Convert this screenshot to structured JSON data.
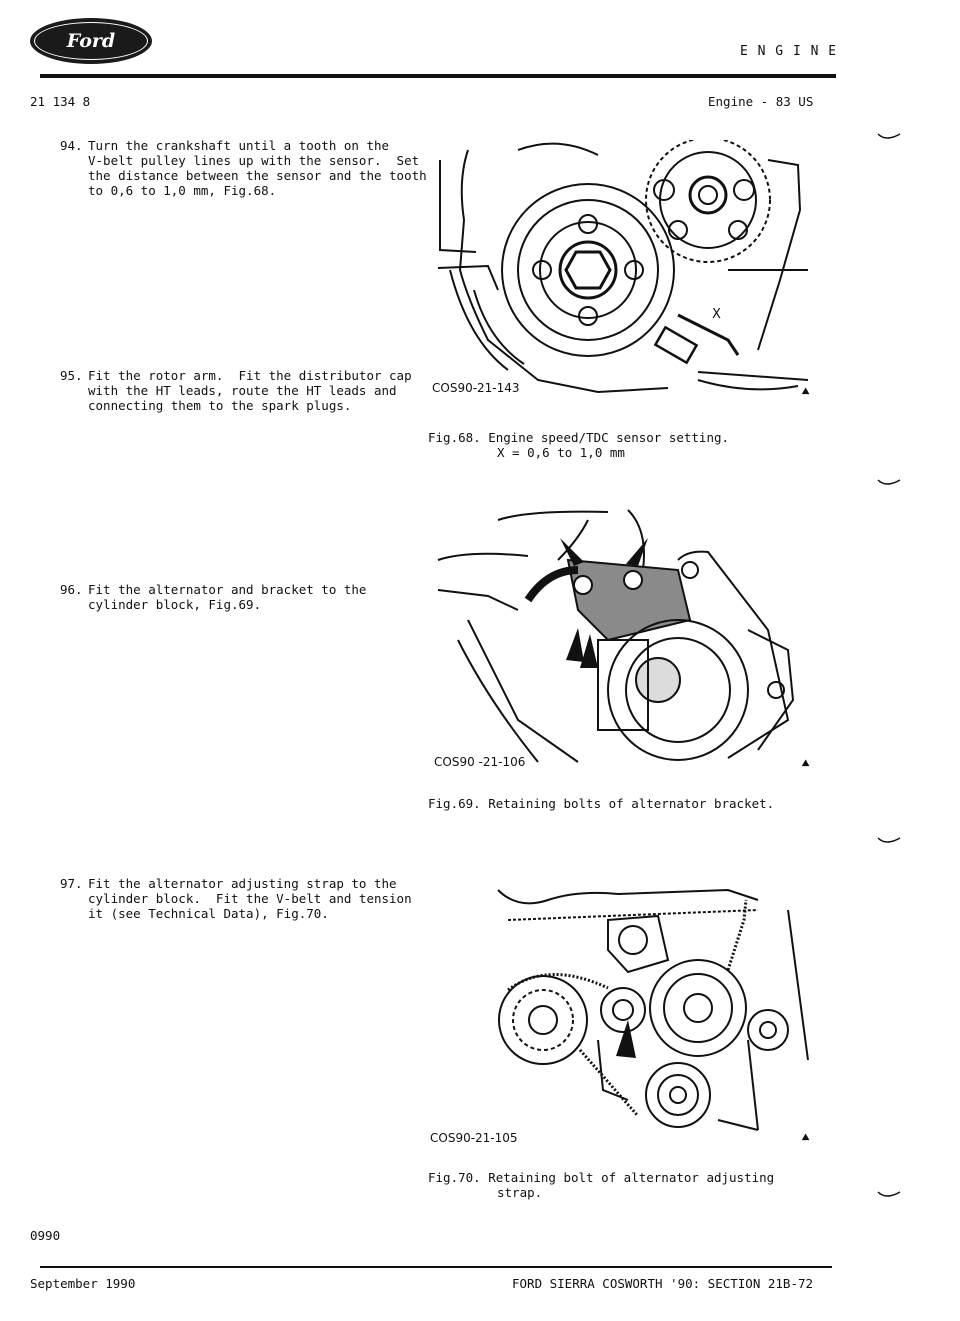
{
  "header": {
    "logo_text": "Ford",
    "section": "E N G I N E",
    "doc_code": "21 134 8",
    "engine_ref": "Engine - 83 US"
  },
  "steps": [
    {
      "number": "94.",
      "text": "Turn the crankshaft until a tooth on the\nV-belt pulley lines up with the sensor.  Set\nthe distance between the sensor and the tooth\nto 0,6 to 1,0 mm, Fig.68."
    },
    {
      "number": "95.",
      "text": "Fit the rotor arm.  Fit the distributor cap\nwith the HT leads, route the HT leads and\nconnecting them to the spark plugs."
    },
    {
      "number": "96.",
      "text": "Fit the alternator and bracket to the\ncylinder block, Fig.69."
    },
    {
      "number": "97.",
      "text": "Fit the alternator adjusting strap to the\ncylinder block.  Fit the V-belt and tension\nit (see Technical Data), Fig.70."
    }
  ],
  "figures": [
    {
      "ref_code": "COS90-21-143",
      "callout": "X",
      "caption_line1": "Fig.68. Engine speed/TDC sensor setting.",
      "caption_line2": "X = 0,6 to 1,0 mm"
    },
    {
      "ref_code": "COS90 -21-106",
      "caption_line1": "Fig.69. Retaining bolts of alternator bracket."
    },
    {
      "ref_code": "COS90-21-105",
      "caption_line1": "Fig.70. Retaining bolt of alternator adjusting",
      "caption_line2": "strap."
    }
  ],
  "footer": {
    "page_code": "0990",
    "date": "September 1990",
    "title": "FORD SIERRA COSWORTH '90: SECTION 21B-72"
  }
}
